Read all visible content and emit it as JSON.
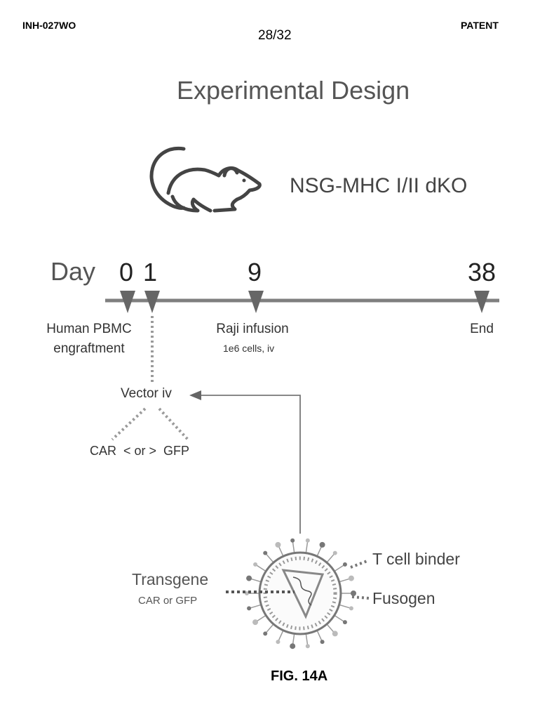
{
  "header": {
    "doc_id": "INH-027WO",
    "doc_type": "PATENT",
    "page_number": "28/32"
  },
  "diagram": {
    "title": "Experimental Design",
    "animal_icon": "mouse-icon",
    "model_label": "NSG-MHC I/II dKO",
    "timeline": {
      "axis_label": "Day",
      "days": [
        "0",
        "1",
        "9",
        "38"
      ],
      "events": {
        "engraftment_line1": "Human PBMC",
        "engraftment_line2": "engraftment",
        "raji_label": "Raji infusion",
        "raji_detail": "1e6 cells, iv",
        "end_label": "End"
      }
    },
    "vector": {
      "label": "Vector iv",
      "choice_text": "CAR  < or >  GFP"
    },
    "particle": {
      "icon": "viral-particle-icon",
      "transgene_title": "Transgene",
      "transgene_subtitle": "CAR or GFP",
      "binder_label": "T cell binder",
      "fusogen_label": "Fusogen"
    }
  },
  "figure_label": "FIG. 14A",
  "colors": {
    "line": "#7f7f7f",
    "marker": "#666666",
    "dots": "#9a9a9a",
    "text": "#333333"
  }
}
